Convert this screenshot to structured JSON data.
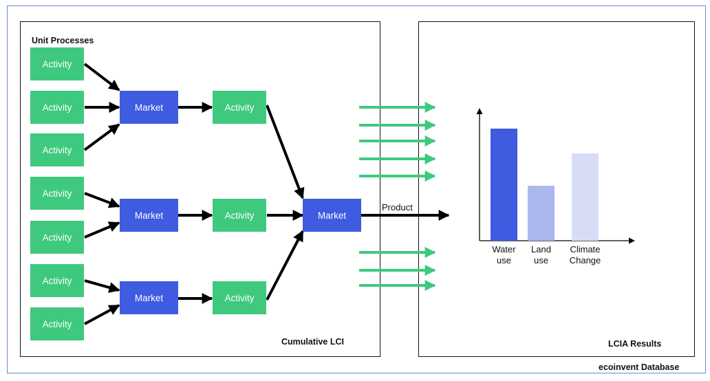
{
  "colors": {
    "activity": "#3ec97f",
    "market": "#3f5be0",
    "flow_arrow": "#3ec97f",
    "bar_water": "#3f5be0",
    "bar_land": "#aab8ee",
    "bar_climate": "#d8ddf6",
    "frame_border": "#6b86d6"
  },
  "labels": {
    "unit_processes": "Unit Processes",
    "cumulative_lci": "Cumulative LCI",
    "lcia_results": "LCIA Results",
    "database": "ecoinvent Database",
    "product": "Product"
  },
  "nodes": {
    "activity": "Activity",
    "market": "Market"
  },
  "chart_data": {
    "type": "bar",
    "categories": [
      "Water use",
      "Land use",
      "Climate Change"
    ],
    "category_lines": [
      [
        "Water",
        "use"
      ],
      [
        "Land",
        "use"
      ],
      [
        "Climate",
        "Change"
      ]
    ],
    "values": [
      100,
      49,
      78
    ],
    "colors": [
      "#3f5be0",
      "#aab8ee",
      "#d8ddf6"
    ]
  }
}
